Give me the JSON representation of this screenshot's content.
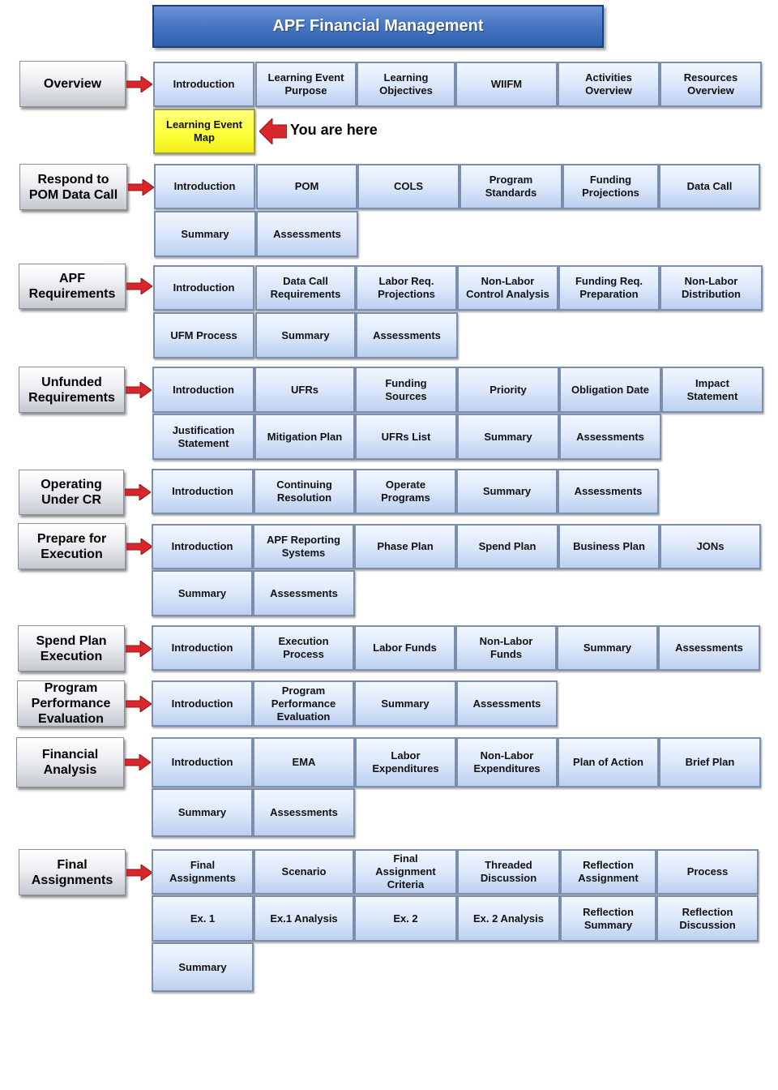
{
  "title": "APF Financial Management",
  "you_are_here": "You are here",
  "colors": {
    "title_blue": "#4a78c4",
    "box_blue": "#dce8fb",
    "current_yellow": "#ffff3c",
    "arrow_red": "#d9262b"
  },
  "sections": [
    {
      "label": "Overview",
      "rows": [
        [
          "Introduction",
          "Learning Event\nPurpose",
          "Learning\nObjectives",
          "WIIFM",
          "Activities\nOverview",
          "Resources\nOverview"
        ],
        [
          "Learning Event\nMap"
        ]
      ]
    },
    {
      "label": "Respond to\nPOM Data Call",
      "rows": [
        [
          "Introduction",
          "POM",
          "COLS",
          "Program\nStandards",
          "Funding\nProjections",
          "Data Call"
        ],
        [
          "Summary",
          "Assessments"
        ]
      ]
    },
    {
      "label": "APF\nRequirements",
      "rows": [
        [
          "Introduction",
          "Data Call\nRequirements",
          "Labor Req.\nProjections",
          "Non-Labor\nControl Analysis",
          "Funding Req.\nPreparation",
          "Non-Labor\nDistribution"
        ],
        [
          "UFM Process",
          "Summary",
          "Assessments"
        ]
      ]
    },
    {
      "label": "Unfunded\nRequirements",
      "rows": [
        [
          "Introduction",
          "UFRs",
          "Funding\nSources",
          "Priority",
          "Obligation Date",
          "Impact\nStatement"
        ],
        [
          "Justification\nStatement",
          "Mitigation Plan",
          "UFRs  List",
          "Summary",
          "Assessments"
        ]
      ]
    },
    {
      "label": "Operating\nUnder CR",
      "rows": [
        [
          "Introduction",
          "Continuing\nResolution",
          "Operate\nPrograms",
          "Summary",
          "Assessments"
        ]
      ]
    },
    {
      "label": "Prepare for\nExecution",
      "rows": [
        [
          "Introduction",
          "APF Reporting\nSystems",
          "Phase Plan",
          "Spend Plan",
          "Business  Plan",
          "JONs"
        ],
        [
          "Summary",
          "Assessments"
        ]
      ]
    },
    {
      "label": "Spend Plan\nExecution",
      "rows": [
        [
          "Introduction",
          "Execution\nProcess",
          "Labor Funds",
          "Non-Labor\nFunds",
          "Summary",
          "Assessments"
        ]
      ]
    },
    {
      "label": "Program\nPerformance\nEvaluation",
      "rows": [
        [
          "Introduction",
          "Program\nPerformance\nEvaluation",
          "Summary",
          "Assessments"
        ]
      ]
    },
    {
      "label": "Financial\nAnalysis",
      "rows": [
        [
          "Introduction",
          "EMA",
          "Labor\nExpenditures",
          "Non-Labor\nExpenditures",
          "Plan of Action",
          "Brief Plan"
        ],
        [
          "Summary",
          "Assessments"
        ]
      ]
    },
    {
      "label": "Final\nAssignments",
      "rows": [
        [
          "Final\nAssignments",
          "Scenario",
          "Final\nAssignment\nCriteria",
          "Threaded\nDiscussion",
          "Reflection\nAssignment",
          "Process"
        ],
        [
          "Ex. 1",
          "Ex.1 Analysis",
          "Ex. 2",
          "Ex. 2 Analysis",
          "Reflection\nSummary",
          "Reflection\nDiscussion"
        ],
        [
          "Summary"
        ]
      ]
    }
  ]
}
